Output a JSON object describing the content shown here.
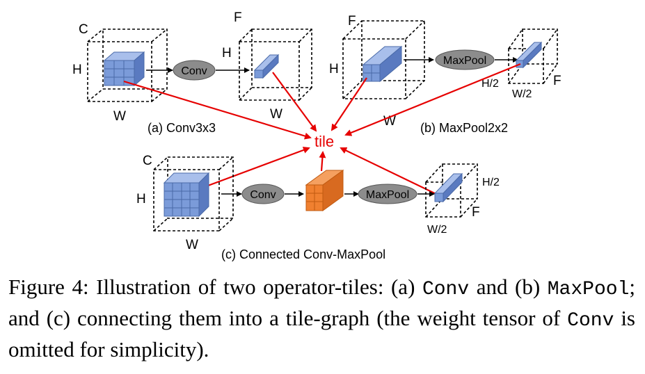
{
  "labels": {
    "a_C": "C",
    "a_H": "H",
    "a_W": "W",
    "a_F": "F",
    "a_H2": "H",
    "a_W2": "W",
    "a_conv": "Conv",
    "a_caption": "(a) Conv3x3",
    "b_F": "F",
    "b_H": "H",
    "b_W": "W",
    "b_pool": "MaxPool",
    "b_h2": "H/2",
    "b_w2": "W/2",
    "b_f": "F",
    "b_caption": "(b) MaxPool2x2",
    "tile": "tile",
    "c_C": "C",
    "c_H": "H",
    "c_W": "W",
    "c_conv": "Conv",
    "c_pool": "MaxPool",
    "c_h2": "H/2",
    "c_f": "F",
    "c_w2": "W/2",
    "c_caption": "(c) Connected Conv-MaxPool"
  },
  "caption": {
    "prefix": "Figure 4: Illustration of two operator-tiles: (a) ",
    "code_conv": "Conv",
    "mid1": " and (b) ",
    "code_maxpool": "MaxPool",
    "mid2": "; and (c) connecting them into a tile-graph (the weight tensor of ",
    "code_conv2": "Conv",
    "suffix": " is omitted for simplicity)."
  },
  "colors": {
    "accent": "#e60000",
    "block_blue": "#7b9bd9",
    "block_orange": "#f08030",
    "oval": "#8c8c8c"
  }
}
